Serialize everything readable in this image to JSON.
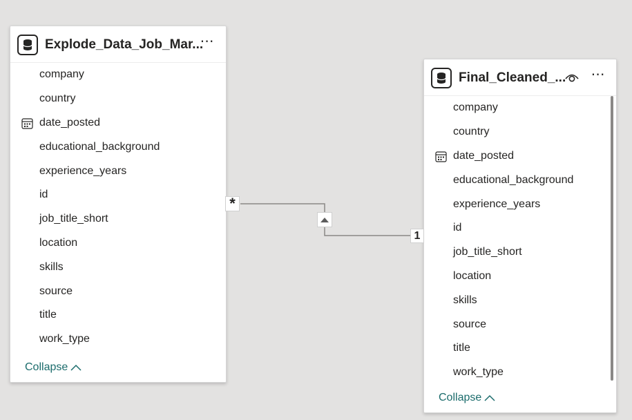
{
  "left_table": {
    "title": "Explode_Data_Job_Mar...",
    "fields": [
      {
        "name": "company",
        "icon": ""
      },
      {
        "name": "country",
        "icon": ""
      },
      {
        "name": "date_posted",
        "icon": "calendar-icon"
      },
      {
        "name": "educational_background",
        "icon": ""
      },
      {
        "name": "experience_years",
        "icon": ""
      },
      {
        "name": "id",
        "icon": ""
      },
      {
        "name": "job_title_short",
        "icon": ""
      },
      {
        "name": "location",
        "icon": ""
      },
      {
        "name": "skills",
        "icon": ""
      },
      {
        "name": "source",
        "icon": ""
      },
      {
        "name": "title",
        "icon": ""
      },
      {
        "name": "work_type",
        "icon": ""
      }
    ],
    "collapse_label": "Collapse"
  },
  "right_table": {
    "title": "Final_Cleaned_...",
    "fields": [
      {
        "name": "company",
        "icon": ""
      },
      {
        "name": "country",
        "icon": ""
      },
      {
        "name": "date_posted",
        "icon": "calendar-icon"
      },
      {
        "name": "educational_background",
        "icon": ""
      },
      {
        "name": "experience_years",
        "icon": ""
      },
      {
        "name": "id",
        "icon": ""
      },
      {
        "name": "job_title_short",
        "icon": ""
      },
      {
        "name": "location",
        "icon": ""
      },
      {
        "name": "skills",
        "icon": ""
      },
      {
        "name": "source",
        "icon": ""
      },
      {
        "name": "title",
        "icon": ""
      },
      {
        "name": "work_type",
        "icon": ""
      }
    ],
    "collapse_label": "Collapse"
  },
  "relationship": {
    "many_side_label": "*",
    "one_side_label": "1",
    "direction_icon": "triangle-up-icon"
  },
  "colors": {
    "canvas": "#e3e2e1",
    "card": "#ffffff",
    "text": "#252423",
    "accent": "#1b6c6c",
    "line": "#8a8886"
  }
}
